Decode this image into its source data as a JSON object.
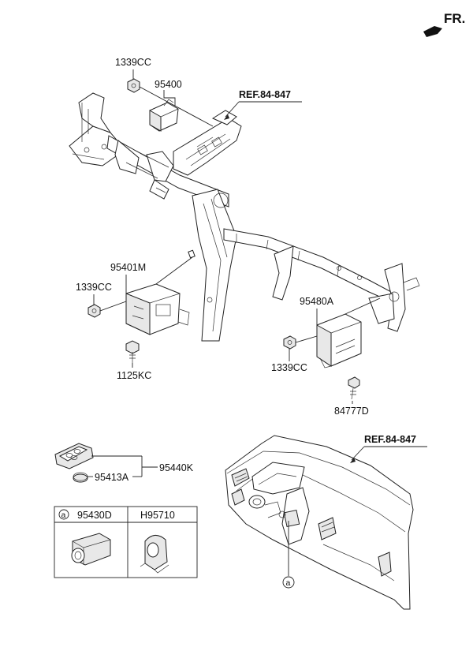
{
  "direction": {
    "label": "FR."
  },
  "callouts": {
    "top_nut": "1339CC",
    "sensor_95400": "95400",
    "ref_top": "REF.84-847",
    "module_95401m": "95401M",
    "left_nut": "1339CC",
    "bolt_1125kc": "1125KC",
    "module_95480a": "95480A",
    "right_nut": "1339CC",
    "screw_84777d": "84777D",
    "ref_dash": "REF.84-847",
    "key_assy": "95440K",
    "key_battery": "95413A",
    "circle_ref": "a"
  },
  "parts_table": {
    "col1_marker": "a",
    "col1_part": "95430D",
    "col2_part": "H95710"
  },
  "icons": [
    "fr-arrow-icon",
    "smart-key-icon",
    "coin-battery-icon",
    "start-button-icon",
    "antenna-coil-icon",
    "nut-icon",
    "bolt-icon"
  ]
}
